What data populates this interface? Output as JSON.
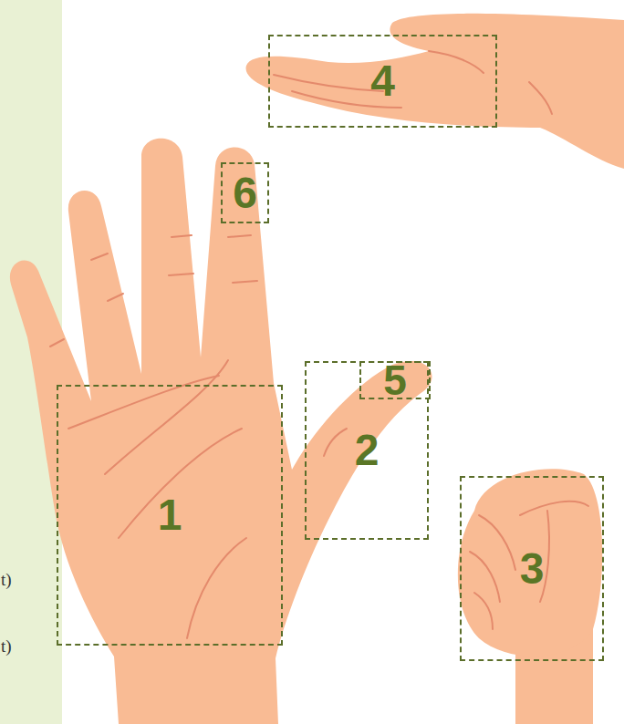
{
  "diagram": {
    "nodes": [
      {
        "text": [
          "4"
        ]
      },
      {
        "text": [
          "6"
        ]
      },
      {
        "text": [
          "1"
        ]
      },
      {
        "text": [
          "2"
        ]
      },
      {
        "text": [
          "5"
        ],
        "in": 3
      },
      {
        "text": [
          "3"
        ]
      }
    ],
    "labels": [
      "t)",
      "t)"
    ]
  }
}
